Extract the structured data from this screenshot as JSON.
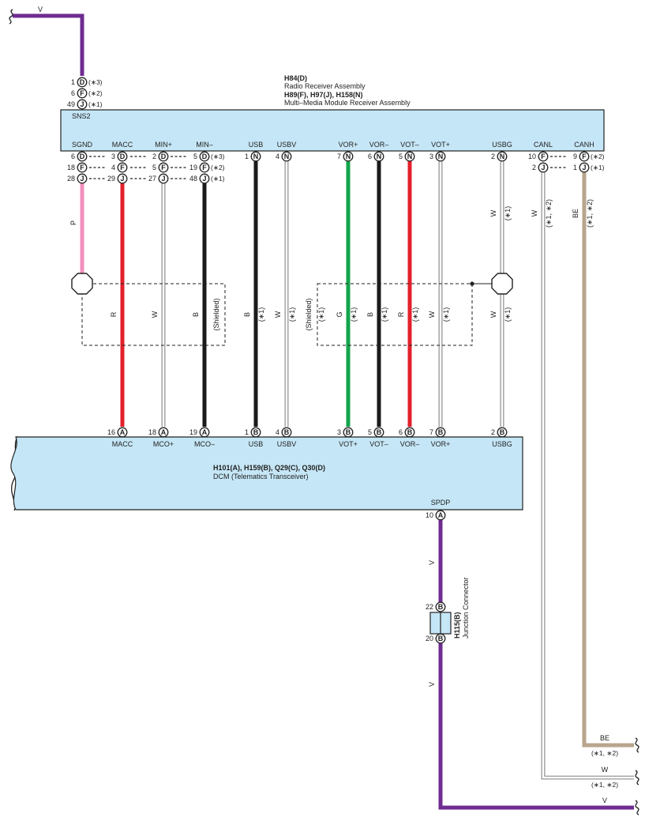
{
  "colors": {
    "V": "#6f2c91",
    "P": "#f18fbe",
    "R": "#e3202b",
    "B": "#1a1a1a",
    "G": "#13a54b",
    "BE": "#b8a58c",
    "W": "#ffffff",
    "box_fill": "#c5e6f6"
  },
  "icons": {
    "shield_junction": "octagon-icon",
    "wire_end": "wavy-break-icon"
  },
  "receiver": {
    "code": "H84(D)",
    "name": "Radio Receiver Assembly",
    "code2": "H89(F), H97(J), H158(N)",
    "name2": "Multi–Media Module Receiver Assembly",
    "sns2": "SNS2",
    "sns2_pins": [
      {
        "num": "1",
        "letter": "D",
        "note": "(∗3)"
      },
      {
        "num": "6",
        "letter": "F",
        "note": "(∗2)"
      },
      {
        "num": "49",
        "letter": "J",
        "note": "(∗1)"
      }
    ],
    "signals": [
      "SGND",
      "MACC",
      "MIN+",
      "MIN–",
      "USB",
      "USBV",
      "VOR+",
      "VOR–",
      "VOT–",
      "VOT+",
      "USBG",
      "CANL",
      "CANH"
    ]
  },
  "connector_rows": [
    {
      "a_num": "6",
      "a_let": "D",
      "b_num": "3",
      "b_let": "D",
      "c_num": "2",
      "c_let": "D",
      "d_num": "5",
      "d_let": "D",
      "d_note": "(∗3)"
    },
    {
      "a_num": "18",
      "a_let": "F",
      "b_num": "4",
      "b_let": "F",
      "c_num": "5",
      "c_let": "F",
      "d_num": "19",
      "d_let": "F",
      "d_note": "(∗2)"
    },
    {
      "a_num": "28",
      "a_let": "J",
      "b_num": "29",
      "b_let": "J",
      "c_num": "27",
      "c_let": "J",
      "d_num": "48",
      "d_let": "J",
      "d_note": "(∗1)"
    }
  ],
  "single_pins": [
    {
      "num": "1",
      "letter": "N"
    },
    {
      "num": "4",
      "letter": "N"
    },
    {
      "num": "7",
      "letter": "N"
    },
    {
      "num": "6",
      "letter": "N"
    },
    {
      "num": "5",
      "letter": "N"
    },
    {
      "num": "3",
      "letter": "N"
    },
    {
      "num": "2",
      "letter": "N"
    }
  ],
  "can_rows": [
    {
      "l_num": "10",
      "l_let": "F",
      "r_num": "9",
      "r_let": "F",
      "note": "(∗2)"
    },
    {
      "l_num": "2",
      "l_let": "J",
      "r_num": "1",
      "r_let": "J",
      "note": "(∗1)"
    }
  ],
  "wire_labels": {
    "top_v": "V",
    "p": "P",
    "usbg_w": "W",
    "usbg_note": "(∗1)",
    "canl_w": "W",
    "canl_note": "(∗1, ∗2)",
    "canh_be": "BE",
    "canh_note": "(∗1, ∗2)",
    "macc": "R",
    "minp": "W",
    "minm": "B",
    "shielded_left": "(Shielded)",
    "usb": "B",
    "usb_note": "(∗1)",
    "usbv": "W",
    "usbv_note": "(∗1)",
    "shielded_right": "(Shielded)",
    "shielded_right_note": "(∗1)",
    "vorp": "G",
    "vorp_note": "(∗1)",
    "vorm": "B",
    "vorm_note": "(∗1)",
    "votm": "R",
    "votm_note": "(∗1)",
    "votp": "W",
    "votp_note": "(∗1)",
    "usbg_mid": "W",
    "usbg_mid_note": "(∗1)",
    "spdp_v1": "V",
    "spdp_v2": "V",
    "end_be": "BE",
    "end_be_note": "(∗1, ∗2)",
    "end_w": "W",
    "end_w_note": "(∗1, ∗2)",
    "end_v": "V"
  },
  "dcm": {
    "code": "H101(A), H159(B), Q29(C), Q30(D)",
    "name": "DCM (Telematics Transceiver)",
    "pins": [
      {
        "num": "16",
        "letter": "A",
        "sig": "MACC"
      },
      {
        "num": "18",
        "letter": "A",
        "sig": "MCO+"
      },
      {
        "num": "19",
        "letter": "A",
        "sig": "MCO–"
      },
      {
        "num": "1",
        "letter": "B",
        "sig": "USB"
      },
      {
        "num": "4",
        "letter": "B",
        "sig": "USBV"
      },
      {
        "num": "3",
        "letter": "B",
        "sig": "VOT+"
      },
      {
        "num": "5",
        "letter": "B",
        "sig": "VOT–"
      },
      {
        "num": "6",
        "letter": "B",
        "sig": "VOR–"
      },
      {
        "num": "7",
        "letter": "B",
        "sig": "VOR+"
      },
      {
        "num": "2",
        "letter": "B",
        "sig": "USBG"
      }
    ],
    "spdp": "SPDP",
    "spdp_pin": {
      "num": "10",
      "letter": "A"
    }
  },
  "junction": {
    "code": "H115(B)",
    "name": "Junction Connector",
    "pin_top": {
      "num": "22",
      "letter": "B"
    },
    "pin_bot": {
      "num": "20",
      "letter": "B"
    }
  }
}
